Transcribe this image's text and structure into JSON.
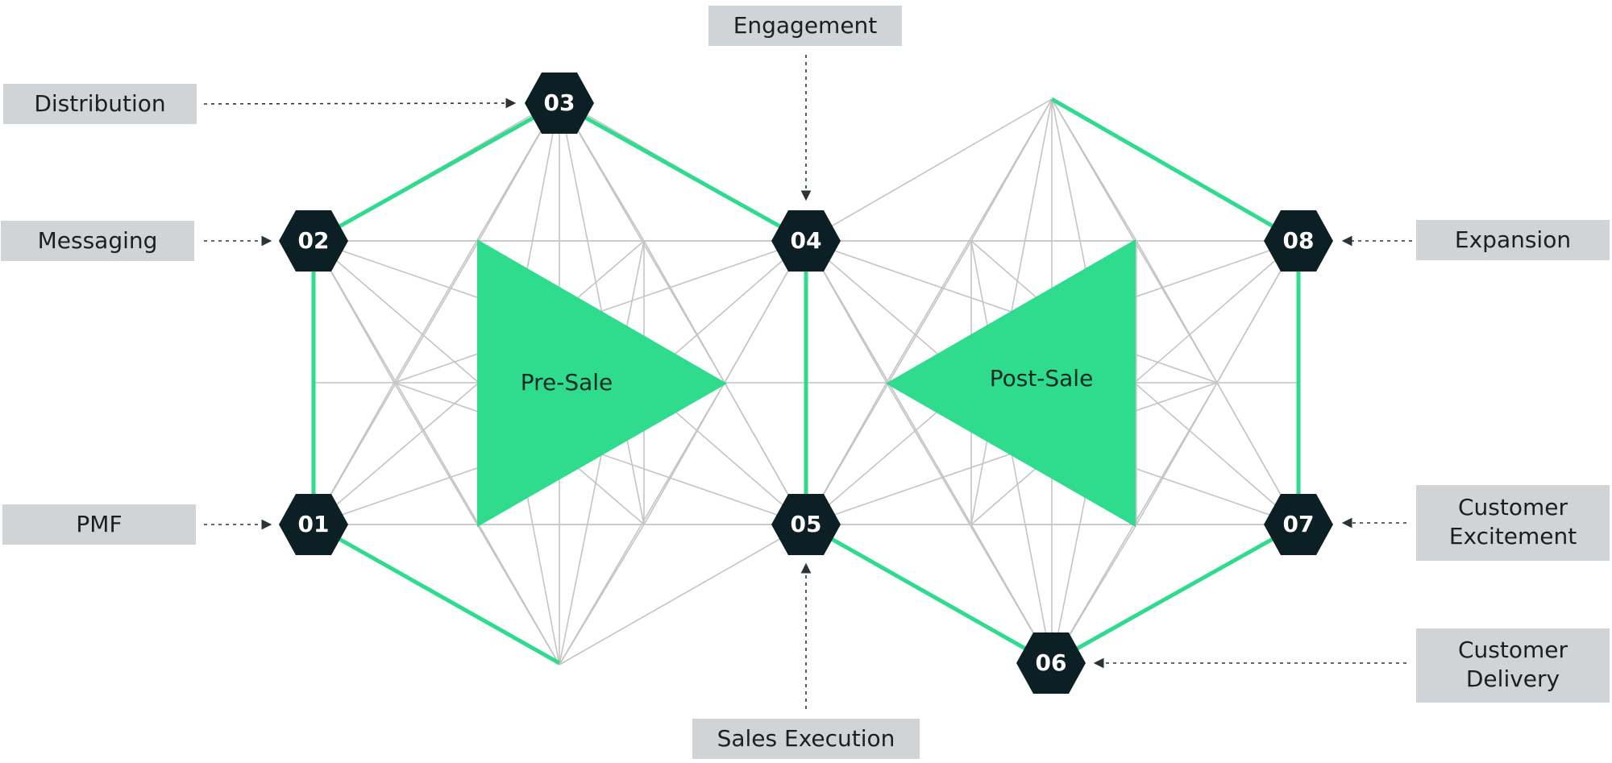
{
  "colors": {
    "accent": "#2fdb8d",
    "node": "#0b1f24",
    "label_bg": "#d0d4d6",
    "grid_line": "#c4c4c4",
    "arrow": "#2b3338"
  },
  "triangles": {
    "pre_sale": "Pre-Sale",
    "post_sale": "Post-Sale"
  },
  "nodes": [
    "01",
    "02",
    "03",
    "04",
    "05",
    "06",
    "07",
    "08"
  ],
  "labels": {
    "distribution": "Distribution",
    "messaging": "Messaging",
    "pmf": "PMF",
    "engagement": "Engagement",
    "sales_execution": "Sales Execution",
    "expansion": "Expansion",
    "customer_excitement": [
      "Customer",
      "Excitement"
    ],
    "customer_delivery": [
      "Customer",
      "Delivery"
    ]
  }
}
